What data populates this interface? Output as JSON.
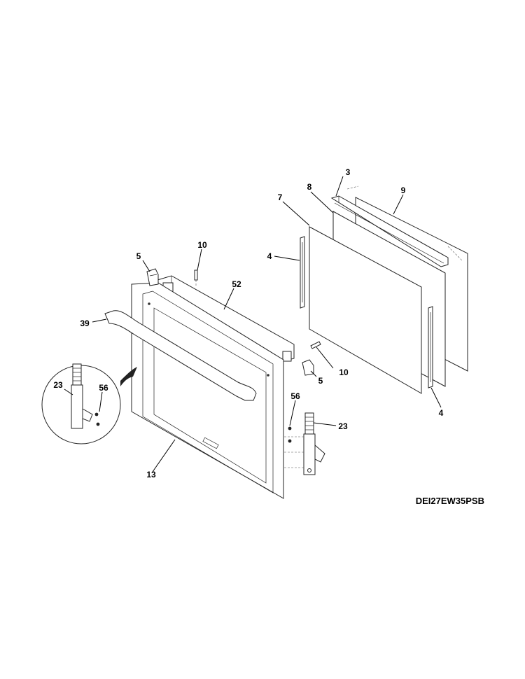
{
  "model_code": "DEI27EW35PSB",
  "labels": {
    "l3": "3",
    "l8": "8",
    "l9": "9",
    "l7": "7",
    "l4a": "4",
    "l4b": "4",
    "l10a": "10",
    "l10b": "10",
    "l5a": "5",
    "l5b": "5",
    "l52": "52",
    "l39": "39",
    "l23a": "23",
    "l23b": "23",
    "l56a": "56",
    "l56b": "56",
    "l13": "13"
  }
}
